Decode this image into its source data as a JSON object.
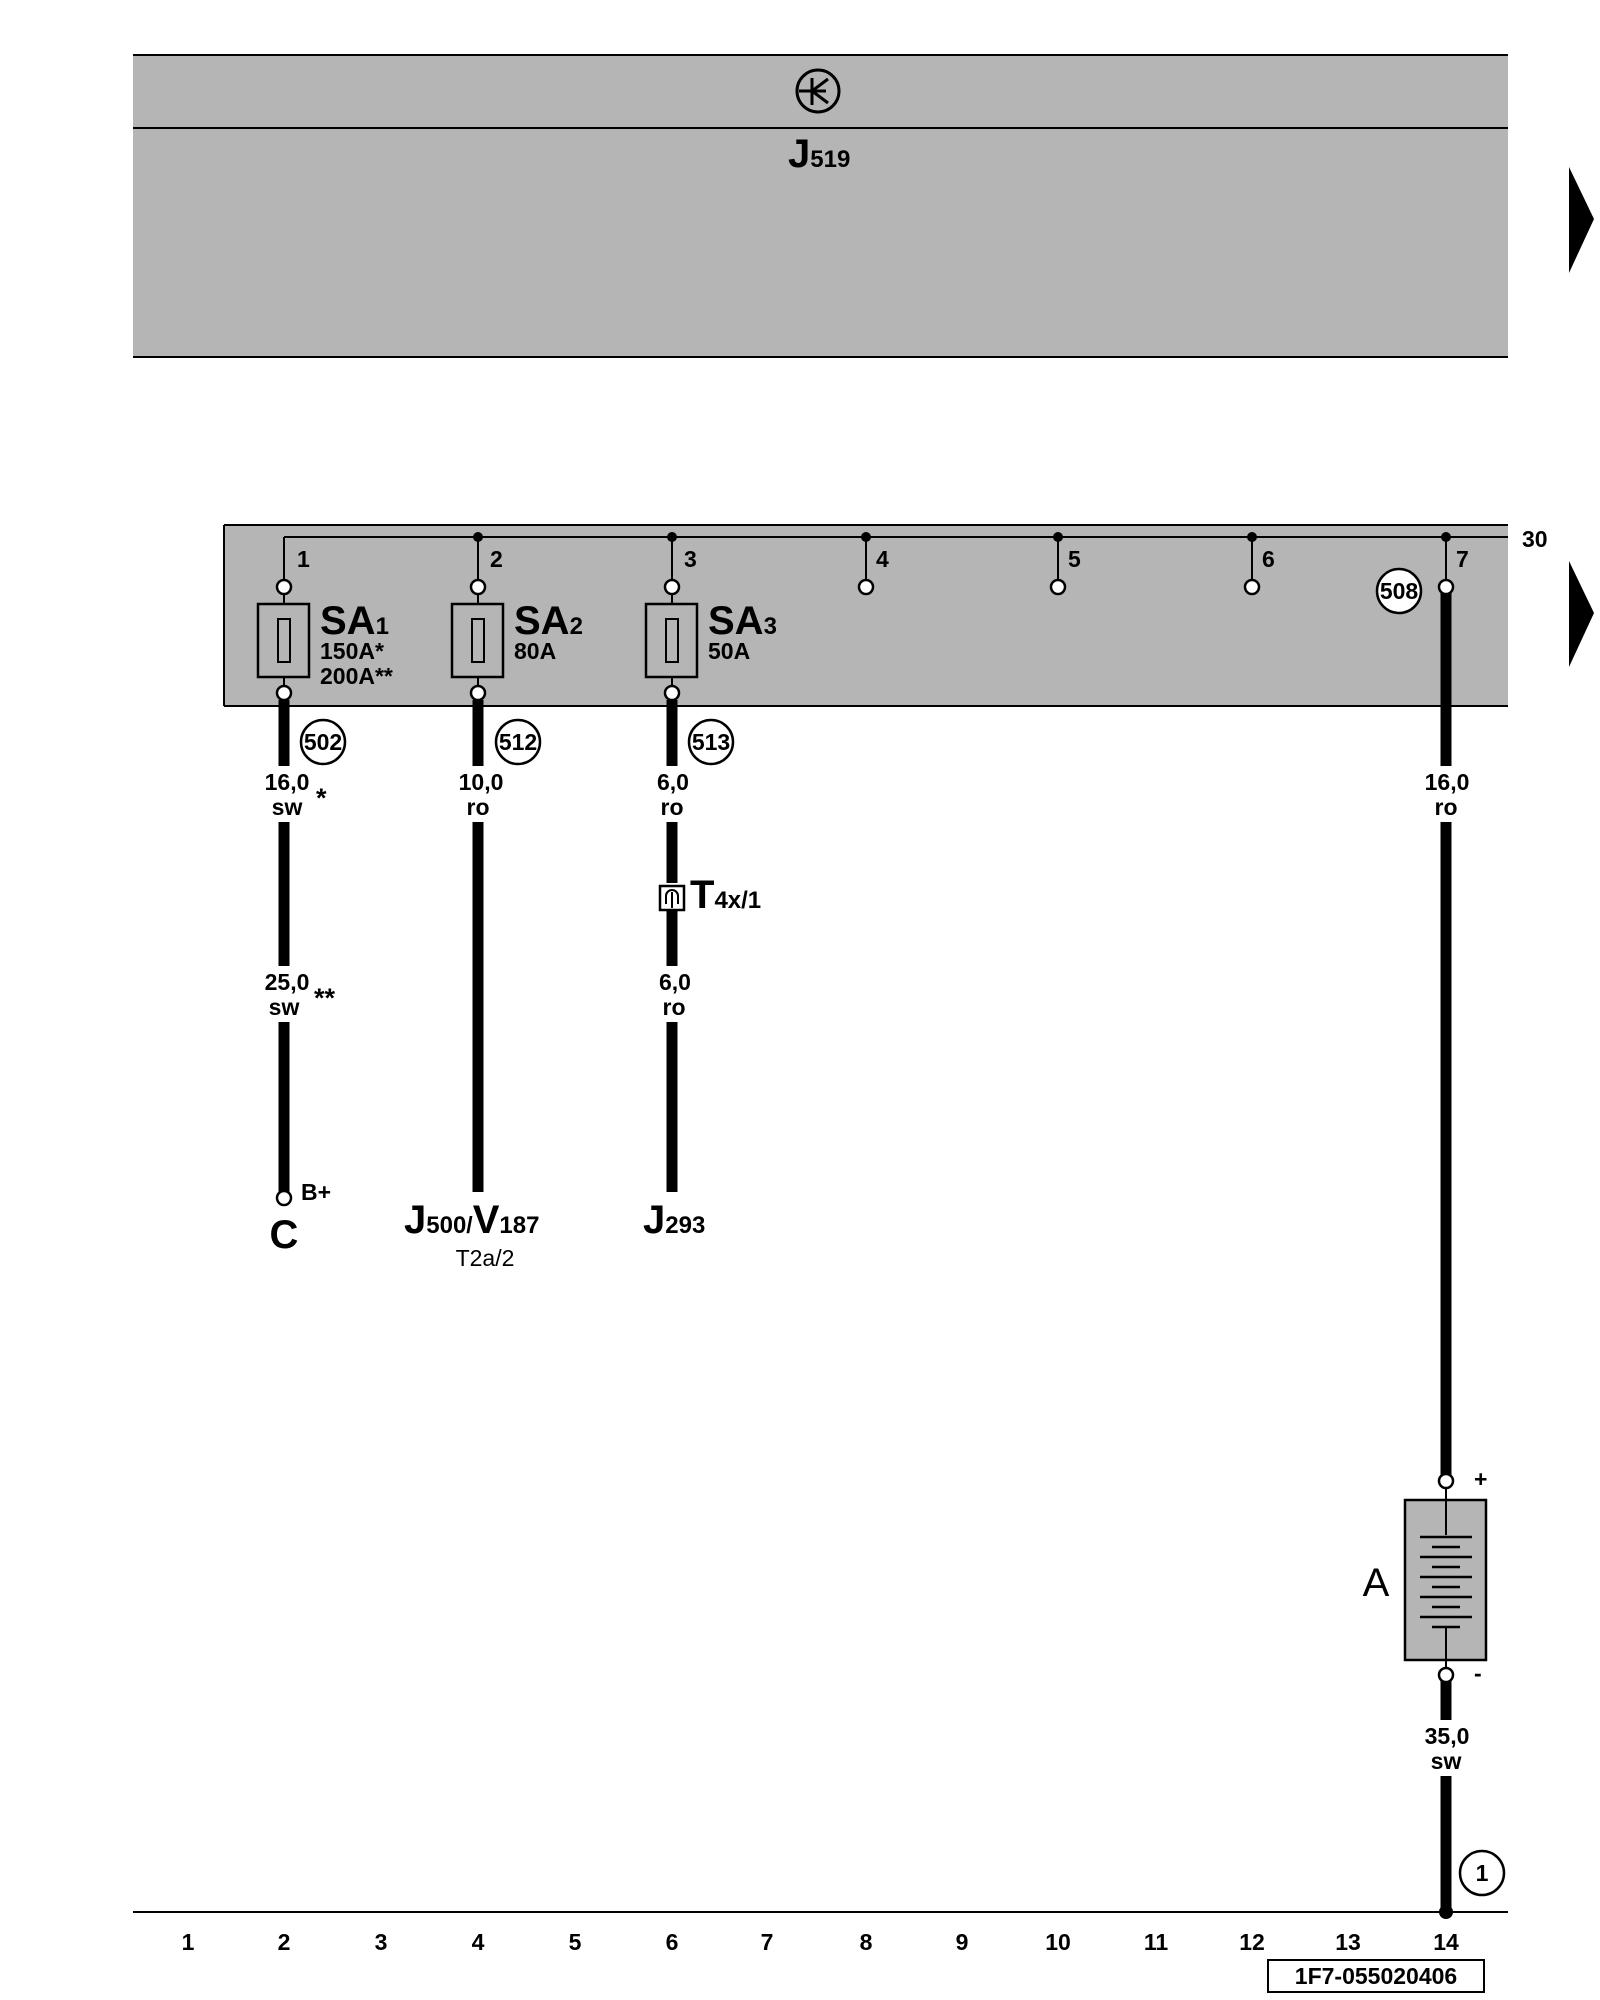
{
  "header": {
    "main": "J",
    "sub": "519",
    "icon": "steering-lock-symbol"
  },
  "bus": {
    "label": "30"
  },
  "terminals": [
    "1",
    "2",
    "3",
    "4",
    "5",
    "6",
    "7"
  ],
  "fuses": [
    {
      "main": "SA",
      "sub": "1",
      "rating": "150A",
      "rating_mark": "*",
      "rating2": "200A",
      "rating2_mark": "**"
    },
    {
      "main": "SA",
      "sub": "2",
      "rating": "80A"
    },
    {
      "main": "SA",
      "sub": "3",
      "rating": "50A"
    }
  ],
  "refs": [
    "502",
    "512",
    "513",
    "508",
    "1"
  ],
  "wires": [
    {
      "size": "16,0",
      "color": "sw",
      "mark": "*"
    },
    {
      "size": "25,0",
      "color": "sw",
      "mark": "**"
    },
    {
      "size": "10,0",
      "color": "ro"
    },
    {
      "size": "6,0",
      "color": "ro"
    },
    {
      "size": "6,0",
      "color": "ro"
    },
    {
      "size": "16,0",
      "color": "ro"
    },
    {
      "size": "35,0",
      "color": "sw"
    }
  ],
  "connector": {
    "main": "T",
    "sub": "4x/1"
  },
  "components": {
    "c": {
      "pin": "B+",
      "name": "C"
    },
    "j500": {
      "main1": "J",
      "sub1": "500",
      "sep": "/",
      "main2": "V",
      "sub2": "187",
      "pin": "T2a/2"
    },
    "j293": {
      "main": "J",
      "sub": "293"
    },
    "battery": {
      "name": "A",
      "plus": "+",
      "minus": "-"
    }
  },
  "ruler": [
    "1",
    "2",
    "3",
    "4",
    "5",
    "6",
    "7",
    "8",
    "9",
    "10",
    "11",
    "12",
    "13",
    "14"
  ],
  "footer": {
    "code": "1F7-055020406"
  }
}
